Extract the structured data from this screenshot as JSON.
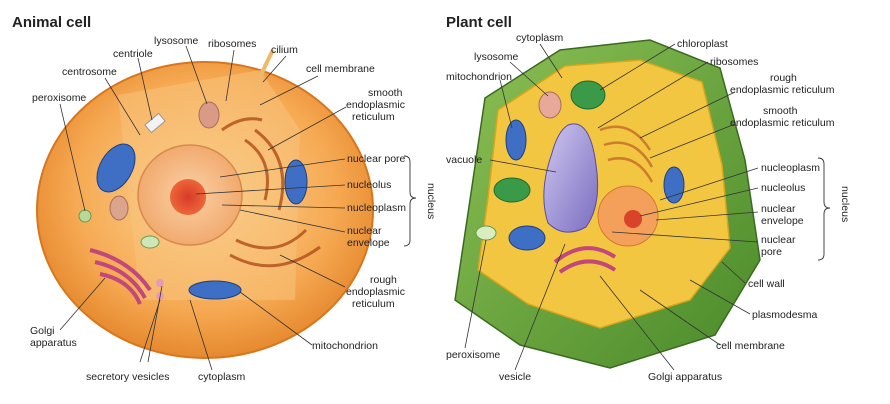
{
  "animal": {
    "title": "Animal cell",
    "labels": {
      "lysosome": "lysosome",
      "ribosomes": "ribosomes",
      "cilium": "cilium",
      "centriole": "centriole",
      "centrosome": "centrosome",
      "cell_membrane": "cell membrane",
      "peroxisome": "peroxisome",
      "smooth_er": [
        "smooth",
        "endoplasmic",
        "reticulum"
      ],
      "nuclear_pore": "nuclear pore",
      "nucleolus": "nucleolus",
      "nucleoplasm": "nucleoplasm",
      "nuclear_envelope": [
        "nuclear",
        "envelope"
      ],
      "rough_er": [
        "rough",
        "endoplasmic",
        "reticulum"
      ],
      "golgi": [
        "Golgi",
        "apparatus"
      ],
      "mitochondrion": "mitochondrion",
      "secretory_vesicles": "secretory vesicles",
      "cytoplasm": "cytoplasm"
    },
    "nucleus_brace": "nucleus"
  },
  "plant": {
    "title": "Plant cell",
    "labels": {
      "cytoplasm": "cytoplasm",
      "lysosome": "lysosome",
      "chloroplast": "chloroplast",
      "ribosomes": "ribosomes",
      "mitochondrion": "mitochondrion",
      "rough_er": [
        "rough",
        "endoplasmic reticulum"
      ],
      "smooth_er": [
        "smooth",
        "endoplasmic reticulum"
      ],
      "vacuole": "vacuole",
      "nucleoplasm": "nucleoplasm",
      "nucleolus": "nucleolus",
      "nuclear_envelope": [
        "nuclear",
        "envelope"
      ],
      "nuclear_pore": [
        "nuclear",
        "pore"
      ],
      "cell_wall": "cell wall",
      "plasmodesma": "plasmodesma",
      "cell_membrane": "cell membrane",
      "peroxisome": "peroxisome",
      "vesicle": "vesicle",
      "golgi": "Golgi apparatus"
    },
    "nucleus_brace": "nucleus"
  }
}
